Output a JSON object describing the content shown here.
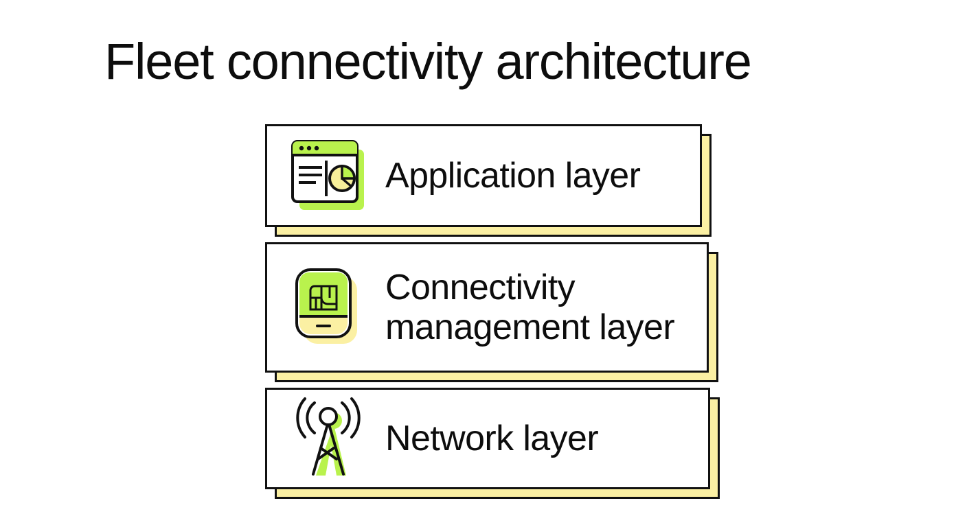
{
  "title": "Fleet connectivity architecture",
  "theme": {
    "background": "#ffffff",
    "ink": "#111111",
    "accent_green": "#b9f24d",
    "accent_yellow": "#fbf0a3",
    "pie_yellow": "#f7ef9a"
  },
  "diagram": {
    "type": "layered-stack",
    "layers": [
      {
        "label": "Application layer",
        "icon": "dashboard-window-icon",
        "icon_shadow_color": "#b9f24d",
        "order": 1
      },
      {
        "label": "Connectivity management layer",
        "icon": "sim-card-device-icon",
        "icon_shadow_color": "#fbf0a3",
        "order": 2
      },
      {
        "label": "Network layer",
        "icon": "cell-tower-icon",
        "icon_shadow_color": "#b9f24d",
        "order": 3
      }
    ]
  }
}
